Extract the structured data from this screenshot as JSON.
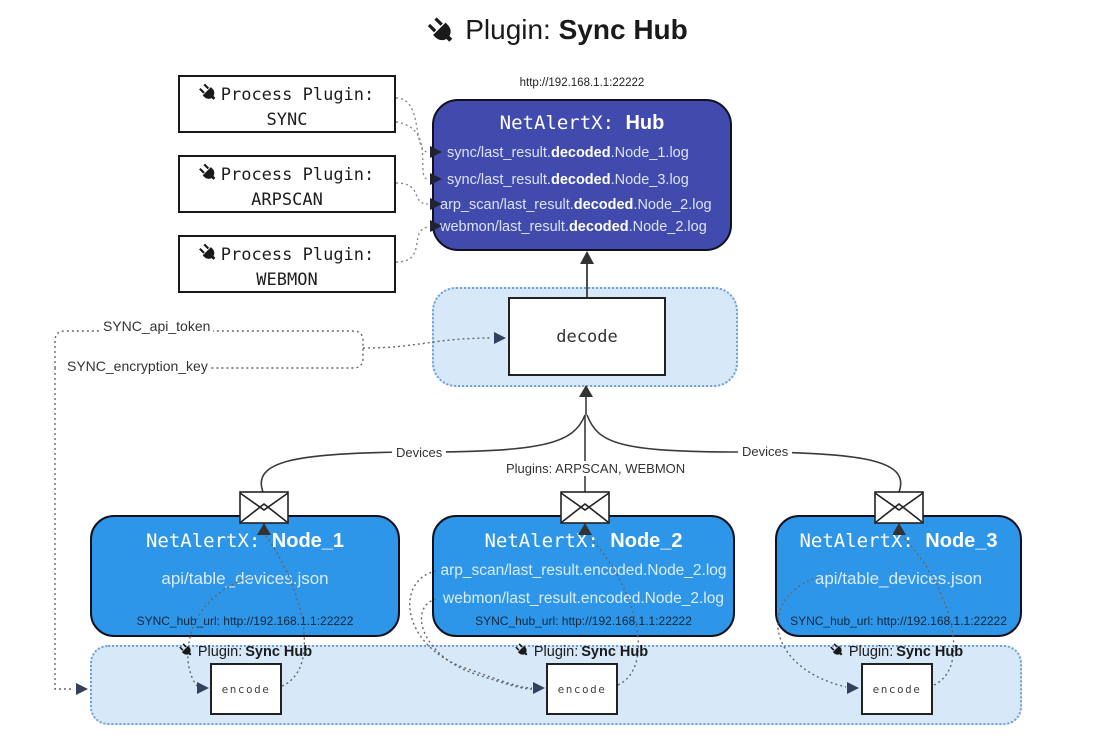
{
  "title": {
    "prefix": "Plugin:",
    "bold": "Sync Hub"
  },
  "process_plugins": [
    {
      "label": "Process Plugin:",
      "name": "SYNC"
    },
    {
      "label": "Process Plugin:",
      "name": "ARPSCAN"
    },
    {
      "label": "Process Plugin:",
      "name": "WEBMON"
    }
  ],
  "hub": {
    "address": "http://192.168.1.1:22222",
    "title_prefix": "NetAlertX:",
    "title_bold": "Hub",
    "lines": [
      {
        "prefix": "sync/last_result.",
        "bold": "decoded",
        "suffix": ".Node_1.log"
      },
      {
        "prefix": "sync/last_result.",
        "bold": "decoded",
        "suffix": ".Node_3.log"
      },
      {
        "prefix": "arp_scan/last_result.",
        "bold": "decoded",
        "suffix": ".Node_2.log"
      },
      {
        "prefix": "webmon/last_result.",
        "bold": "decoded",
        "suffix": ".Node_2.log"
      }
    ]
  },
  "decode": {
    "label": "decode"
  },
  "config": {
    "api_token": "SYNC_api_token",
    "encryption_key": "SYNC_encryption_key"
  },
  "edges": {
    "devices_left": "Devices",
    "devices_right": "Devices",
    "plugins_mid": "Plugins: ARPSCAN, WEBMON"
  },
  "nodes": [
    {
      "title_prefix": "NetAlertX:",
      "title_bold": "Node_1",
      "lines": [
        "api/table_devices.json"
      ],
      "hub_url": "SYNC_hub_url: http://192.168.1.1:22222"
    },
    {
      "title_prefix": "NetAlertX:",
      "title_bold": "Node_2",
      "lines": [
        "arp_scan/last_result.encoded.Node_2.log",
        "webmon/last_result.encoded.Node_2.log"
      ],
      "hub_url": "SYNC_hub_url: http://192.168.1.1:22222"
    },
    {
      "title_prefix": "NetAlertX:",
      "title_bold": "Node_3",
      "lines": [
        "api/table_devices.json"
      ],
      "hub_url": "SYNC_hub_url: http://192.168.1.1:22222"
    }
  ],
  "encoders": [
    {
      "plugin_prefix": "Plugin:",
      "plugin_bold": "Sync Hub",
      "label": "encode"
    },
    {
      "plugin_prefix": "Plugin:",
      "plugin_bold": "Sync Hub",
      "label": "encode"
    },
    {
      "plugin_prefix": "Plugin:",
      "plugin_bold": "Sync Hub",
      "label": "encode"
    }
  ],
  "colors": {
    "hub_fill": "#414bad",
    "node_fill": "#2e96e8",
    "panel_fill": "#d7e8f9",
    "panel_border": "#6fa0d8",
    "text_dark": "#1a1a1a",
    "line": "#3a3a3a"
  }
}
